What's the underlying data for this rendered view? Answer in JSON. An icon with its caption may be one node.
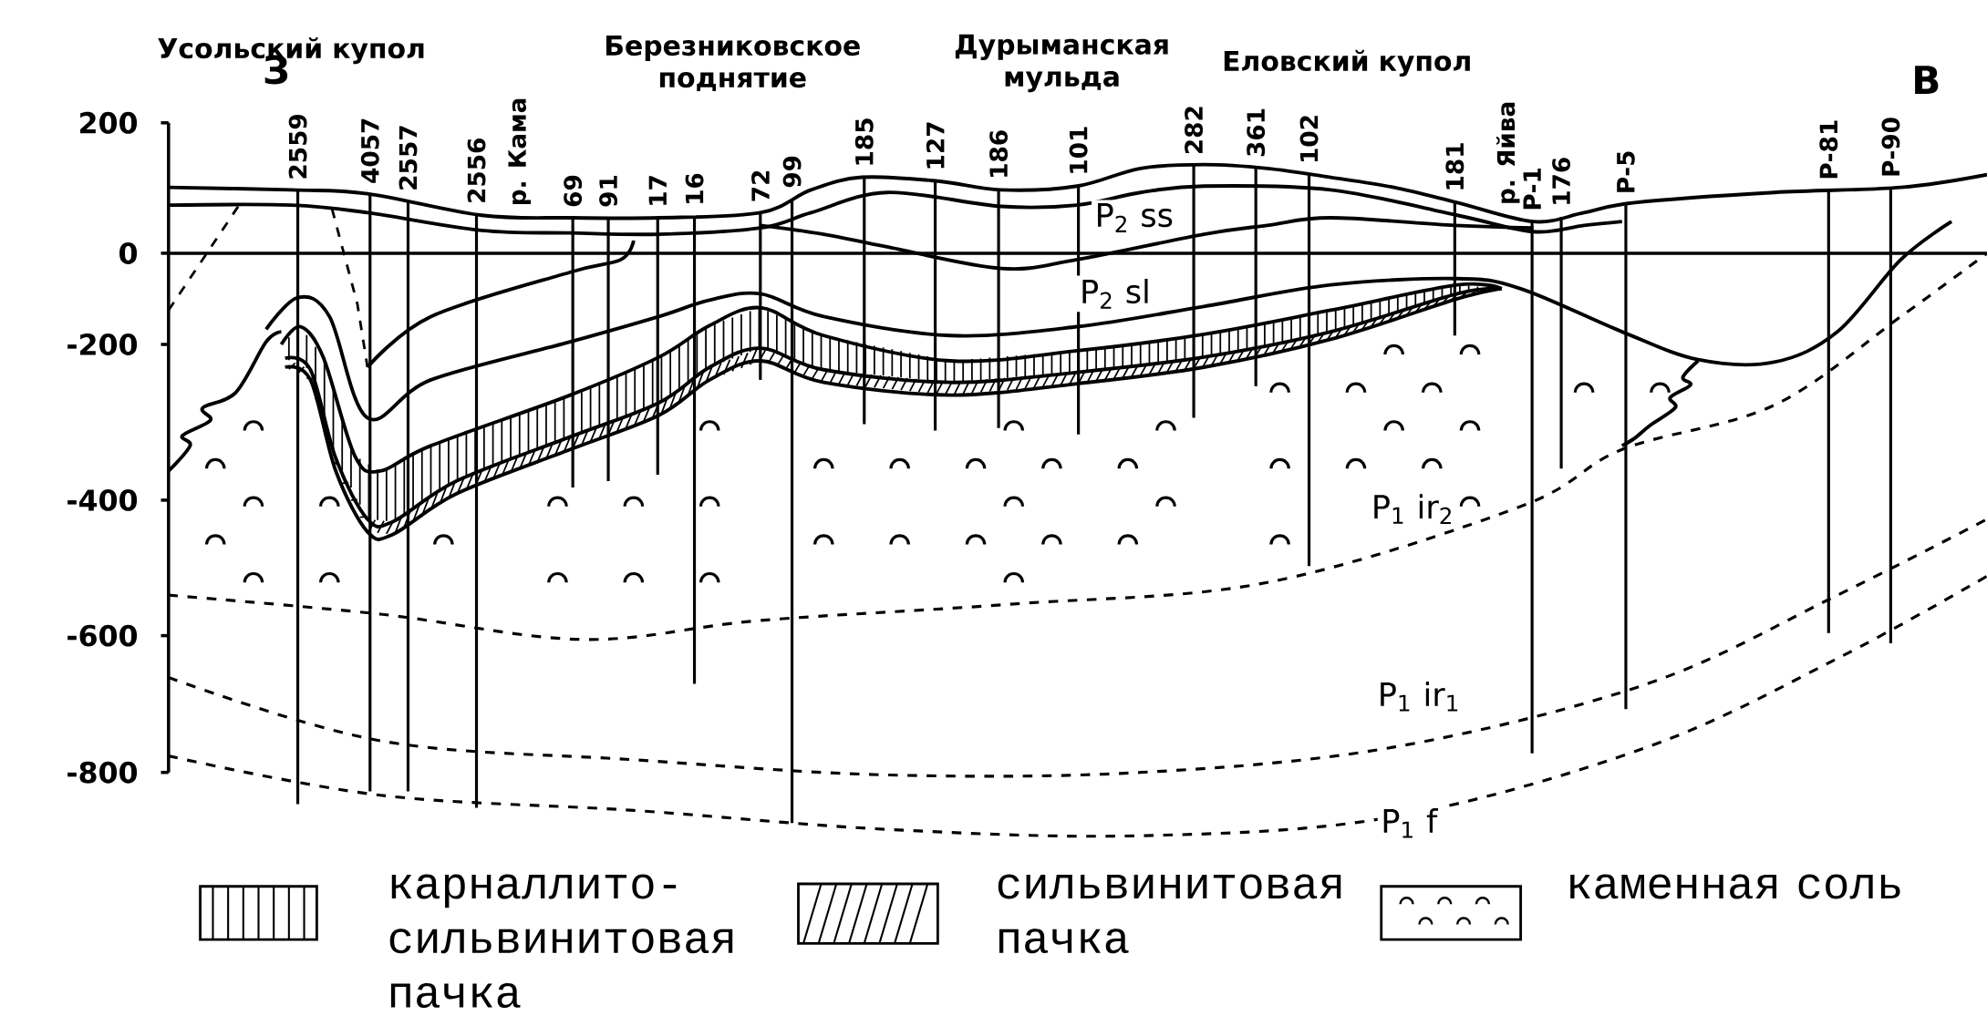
{
  "diagram": {
    "labels": [
      "З",
      "Усольский купол",
      "Березниковское поднятие",
      "Дурыманская мульда",
      "Еловский купол",
      "В",
      "200",
      "0",
      "-200",
      "-400",
      "-600",
      "-800",
      "2559",
      "4057",
      "2557",
      "2556",
      "р. Кама",
      "69",
      "91",
      "17",
      "16",
      "72",
      "99",
      "185",
      "127",
      "186",
      "101",
      "282",
      "361",
      "102",
      "181",
      "р. Яйва",
      "Р-1",
      "176",
      "Р-5",
      "Р-81",
      "Р-90",
      "P$_{2}$ ss",
      "P$_{2}$ sl",
      "P$_{1}$ ir$_{2}$",
      "P$_{1}$ ir$_{1}$",
      "P$_{1}$ f"
    ],
    "legend": [
      {
        "text": "карналлито-сильвинитовая пачка"
      },
      {
        "text": "сильвинитовая пачка"
      },
      {
        "text": "каменная соль"
      }
    ]
  }
}
